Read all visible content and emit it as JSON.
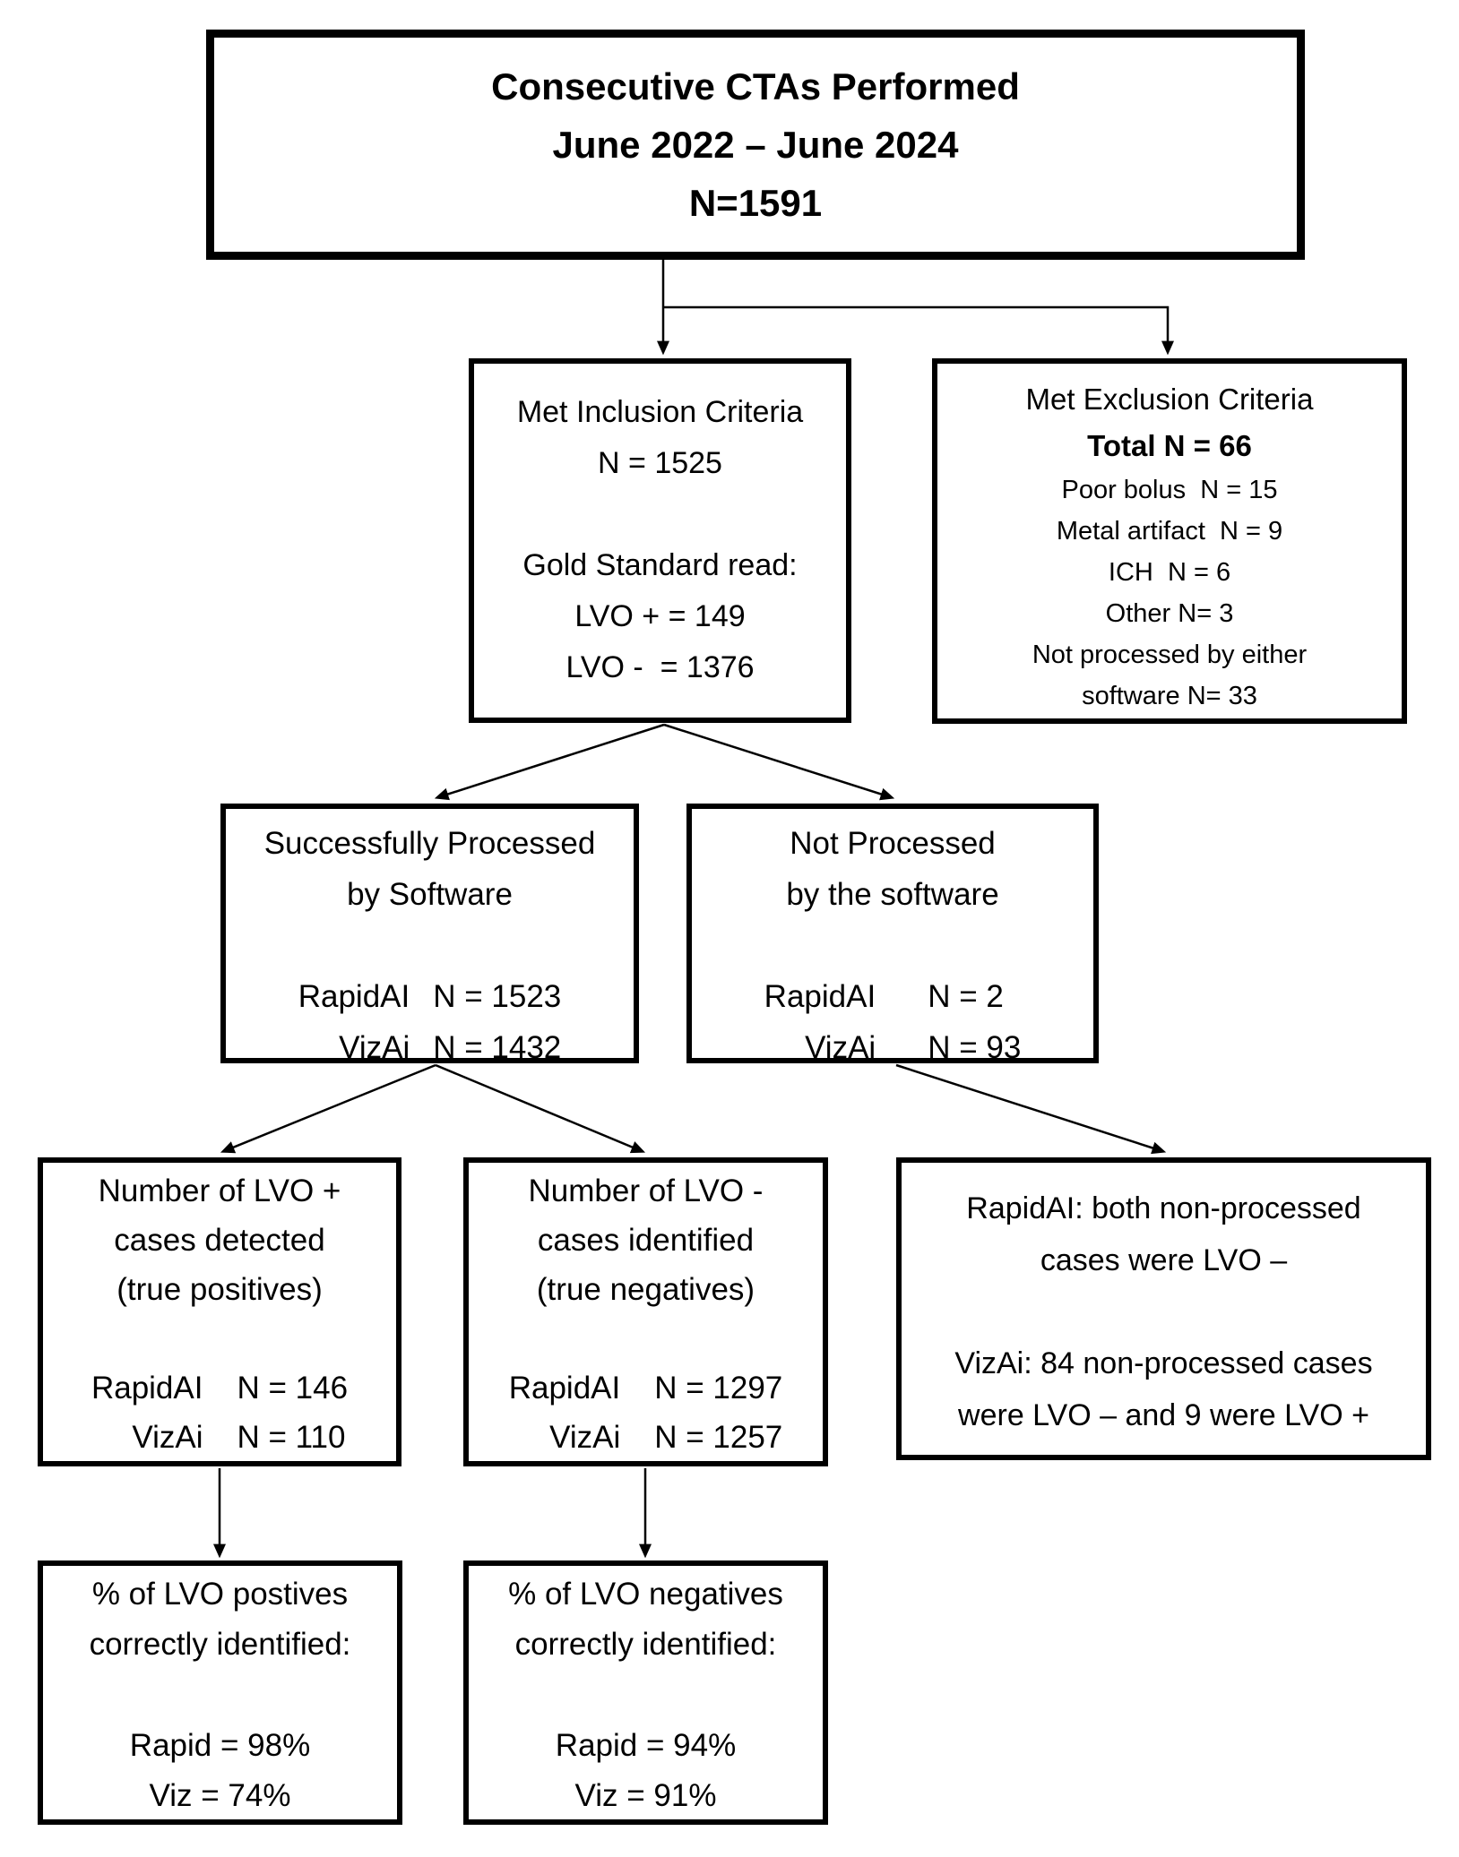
{
  "title_box": {
    "line1": "Consecutive CTAs Performed",
    "line2": "June 2022 – June 2024",
    "line3": "N=1591"
  },
  "inclusion": {
    "heading": "Met Inclusion Criteria",
    "n": "N = 1525",
    "gold_heading": "Gold Standard read:",
    "lvo_pos": "LVO + = 149",
    "lvo_neg": "LVO -  = 1376"
  },
  "exclusion": {
    "heading": "Met Exclusion Criteria",
    "total": "Total N = 66",
    "items": [
      "Poor bolus  N = 15",
      "Metal artifact  N = 9",
      "ICH  N = 6",
      "Other N= 3",
      "Not processed by either",
      "software N= 33"
    ]
  },
  "processed": {
    "line1": "Successfully Processed",
    "line2": "by Software",
    "rows": [
      {
        "label": "RapidAI",
        "value": "N = 1523"
      },
      {
        "label": "VizAi",
        "value": "N = 1432"
      }
    ]
  },
  "not_processed": {
    "line1": "Not Processed",
    "line2": "by the software",
    "rows": [
      {
        "label": "RapidAI",
        "value": "N = 2"
      },
      {
        "label": "VizAi",
        "value": "N = 93"
      }
    ]
  },
  "true_positives": {
    "line1": "Number of LVO +",
    "line2": "cases detected",
    "line3": "(true positives)",
    "rows": [
      {
        "label": "RapidAI",
        "value": "N = 146"
      },
      {
        "label": "VizAi",
        "value": "N = 110"
      }
    ]
  },
  "true_negatives": {
    "line1": "Number of LVO -",
    "line2": "cases identified",
    "line3": "(true negatives)",
    "rows": [
      {
        "label": "RapidAI",
        "value": "N = 1297"
      },
      {
        "label": "VizAi",
        "value": "N = 1257"
      }
    ]
  },
  "not_processed_results": {
    "para1_line1": "RapidAI: both non-processed",
    "para1_line2": "cases were LVO –",
    "para2_line1": "VizAi: 84 non-processed cases",
    "para2_line2": "were LVO – and 9 were LVO +"
  },
  "pct_positives": {
    "line1": "% of LVO postives",
    "line2": "correctly identified:",
    "rapid": "Rapid = 98%",
    "viz": "Viz = 74%"
  },
  "pct_negatives": {
    "line1": "% of LVO negatives",
    "line2": "correctly identified:",
    "rapid": "Rapid = 94%",
    "viz": "Viz = 91%"
  },
  "colors": {
    "line": "#000000",
    "box_border": "#000000",
    "text": "#000000",
    "background": "#ffffff"
  }
}
